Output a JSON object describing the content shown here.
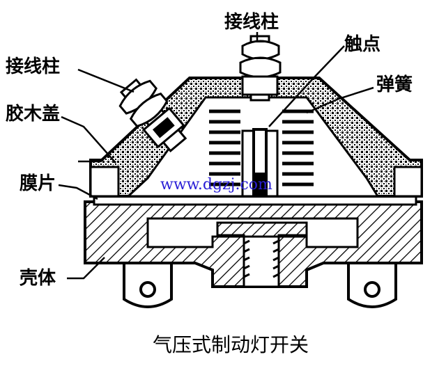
{
  "labels": {
    "terminal_top": "接线柱",
    "terminal_left": "接线柱",
    "contact": "触点",
    "spring": "弹簧",
    "bakelite_cover": "胶木盖",
    "diaphragm": "膜片",
    "housing": "壳体"
  },
  "watermark": "www.dgzj.com",
  "caption": "气压式制动灯开关",
  "colors": {
    "ink": "#000000",
    "paper": "#ffffff",
    "watermark": "#2a1fd6"
  }
}
